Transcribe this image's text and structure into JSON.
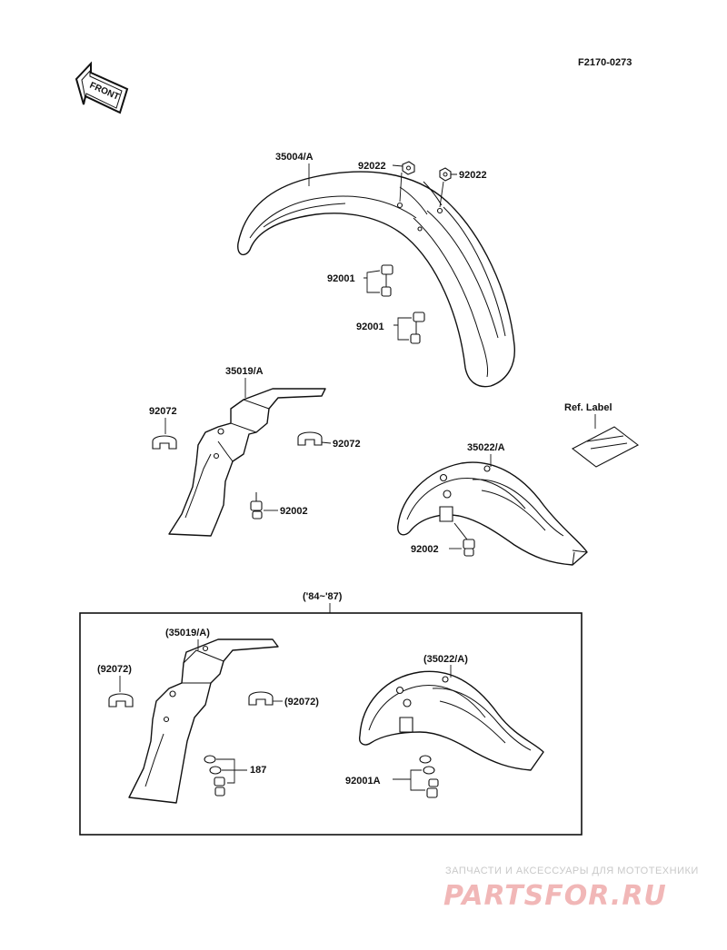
{
  "figure_code": "F2170-0273",
  "front_arrow_text": "FRONT",
  "labels": {
    "front_fender": "35004/A",
    "nut_a": "92022",
    "nut_b": "92022",
    "bolt_a": "92001",
    "bolt_b": "92001",
    "rear_mud_guard": "35019/A",
    "clamp_left": "92072",
    "clamp_right": "92072",
    "bolt_guard": "92002",
    "rear_fender": "35022/A",
    "bolt_rear": "92002",
    "ref_label": "Ref. Label"
  },
  "box": {
    "title": "('84~'87)",
    "labels": {
      "mud_guard": "(35019/A)",
      "clamp_left": "(92072)",
      "clamp_right": "(92072)",
      "washer": "187",
      "rear_fender": "(35022/A)",
      "bolt": "92001A"
    }
  },
  "watermark": {
    "line1": "ЗАПЧАСТИ И АКСЕССУАРЫ ДЛЯ МОТОТЕХНИКИ",
    "logo": "PARTSFOR.RU"
  }
}
